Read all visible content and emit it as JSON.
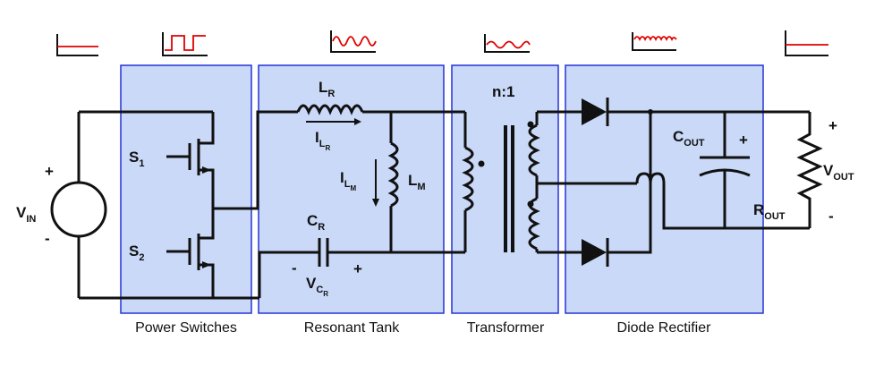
{
  "blocks": {
    "power_switches": "Power Switches",
    "resonant_tank": "Resonant Tank",
    "transformer": "Transformer",
    "diode_rectifier": "Diode Rectifier"
  },
  "components": {
    "vin": {
      "main": "V",
      "sub": "IN",
      "plus": "+",
      "minus": "-"
    },
    "s1": {
      "main": "S",
      "sub": "1"
    },
    "s2": {
      "main": "S",
      "sub": "2"
    },
    "lr": {
      "main": "L",
      "sub": "R"
    },
    "ilr": {
      "main": "I",
      "sub": "L",
      "subsub": "R"
    },
    "ilm": {
      "main": "I",
      "sub": "L",
      "subsub": "M"
    },
    "lm": {
      "main": "L",
      "sub": "M"
    },
    "cr": {
      "main": "C",
      "sub": "R"
    },
    "vcr": {
      "main": "V",
      "sub": "C",
      "subsub": "R",
      "minus": "-",
      "plus": "+"
    },
    "ratio": "n:1",
    "cout": {
      "main": "C",
      "sub": "OUT",
      "plus": "+"
    },
    "rout": {
      "main": "R",
      "sub": "OUT"
    },
    "vout": {
      "main": "V",
      "sub": "OUT",
      "plus": "+",
      "minus": "-"
    }
  },
  "colors": {
    "block_fill": "#c9d9f7",
    "block_border": "#2433d6",
    "wire": "#111111",
    "waveform": "#e00000"
  }
}
